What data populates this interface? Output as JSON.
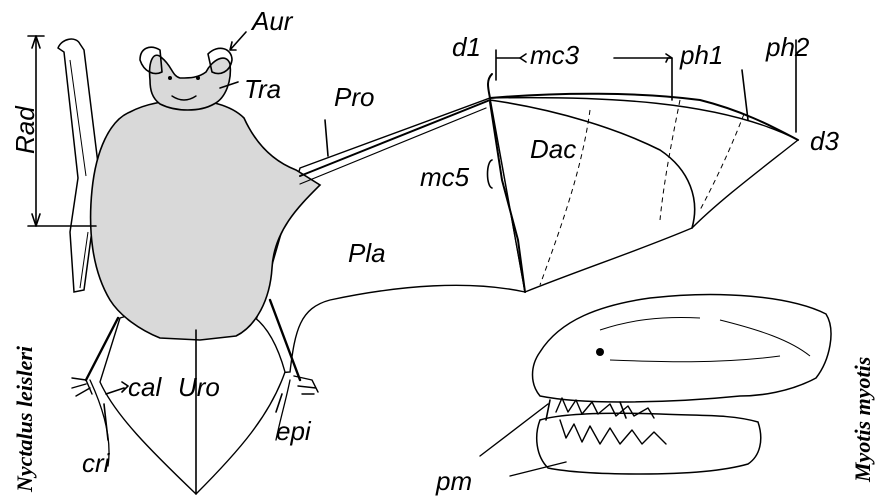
{
  "labels": {
    "aur": "Aur",
    "tra": "Tra",
    "rad": "Rad",
    "pro": "Pro",
    "d1": "d1",
    "mc3": "mc3",
    "ph1": "ph1",
    "ph2": "ph2",
    "d3": "d3",
    "dac": "Dac",
    "mc5": "mc5",
    "pla": "Pla",
    "cal": "cal",
    "uro": "Uro",
    "epi": "epi",
    "cri": "cri",
    "pm": "pm"
  },
  "species": {
    "left": "Nyctalus leisleri",
    "right": "Myotis myotis"
  }
}
